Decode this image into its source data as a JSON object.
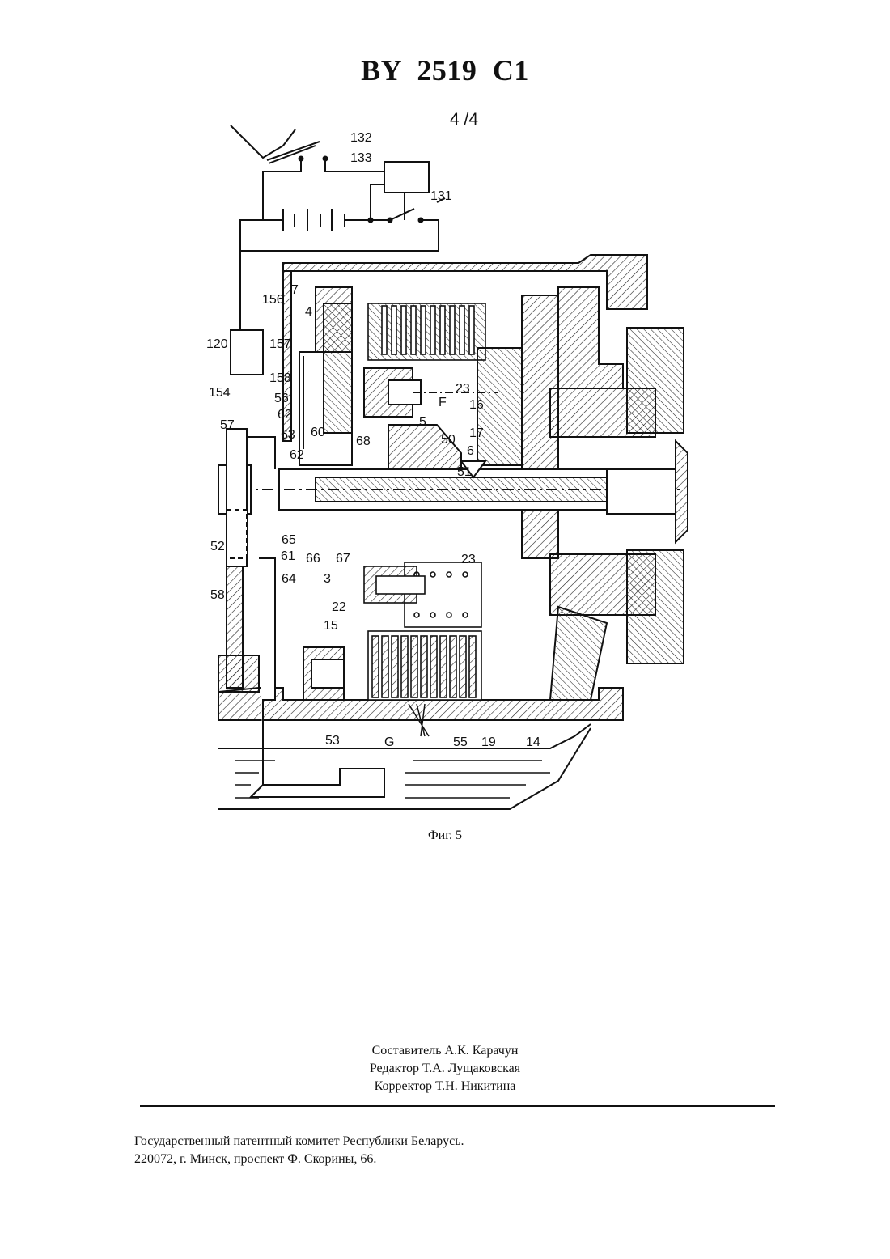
{
  "header": {
    "patent_id": "BY 2519 C1",
    "sheet": "4 /4"
  },
  "figure": {
    "caption": "Фиг. 5",
    "labels": [
      "132",
      "133",
      "131",
      "156",
      "7",
      "4",
      "120",
      "157",
      "154",
      "158",
      "56",
      "57",
      "62",
      "63",
      "60",
      "62",
      "68",
      "50",
      "5",
      "6",
      "17",
      "16",
      "23",
      "F",
      "51",
      "65",
      "66",
      "67",
      "61",
      "64",
      "3",
      "52",
      "58",
      "22",
      "15",
      "23",
      "G",
      "55",
      "19",
      "14",
      "53"
    ]
  },
  "credits": {
    "compiler": "Составитель А.К. Карачун",
    "editor": "Редактор Т.А. Лущаковская",
    "corrector": "Корректор Т.Н. Никитина"
  },
  "publisher": {
    "line1": "Государственный патентный комитет Республики Беларусь.",
    "line2": "220072, г. Минск, проспект Ф. Скорины, 66."
  }
}
